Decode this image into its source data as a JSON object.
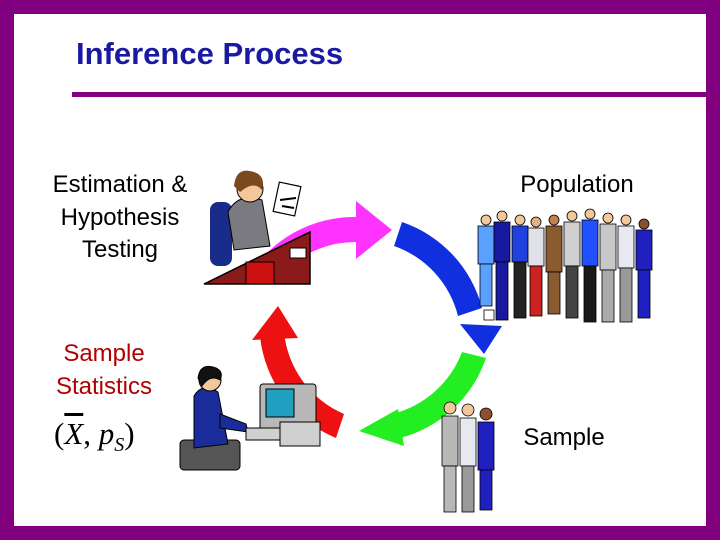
{
  "title": "Inference Process",
  "labels": {
    "estimation": [
      "Estimation &",
      "Hypothesis",
      "Testing"
    ],
    "population": "Population",
    "sample_statistics": [
      "Sample",
      "Statistics"
    ],
    "sample": "Sample"
  },
  "formula": {
    "open": "(",
    "xbar": "X",
    "comma": ", ",
    "p": "p",
    "sub": "S",
    "close": ")"
  },
  "colors": {
    "frame": "#800080",
    "title": "#1a1aa0",
    "arrow_magenta": "#ff33ff",
    "arrow_blue": "#1030e0",
    "arrow_green": "#22ee22",
    "arrow_red": "#ee1111",
    "sample_statistics_label": "#b00000"
  },
  "icons": [
    "businesswoman-at-desk-icon",
    "population-crowd-icon",
    "computer-user-icon",
    "sample-group-icon"
  ]
}
